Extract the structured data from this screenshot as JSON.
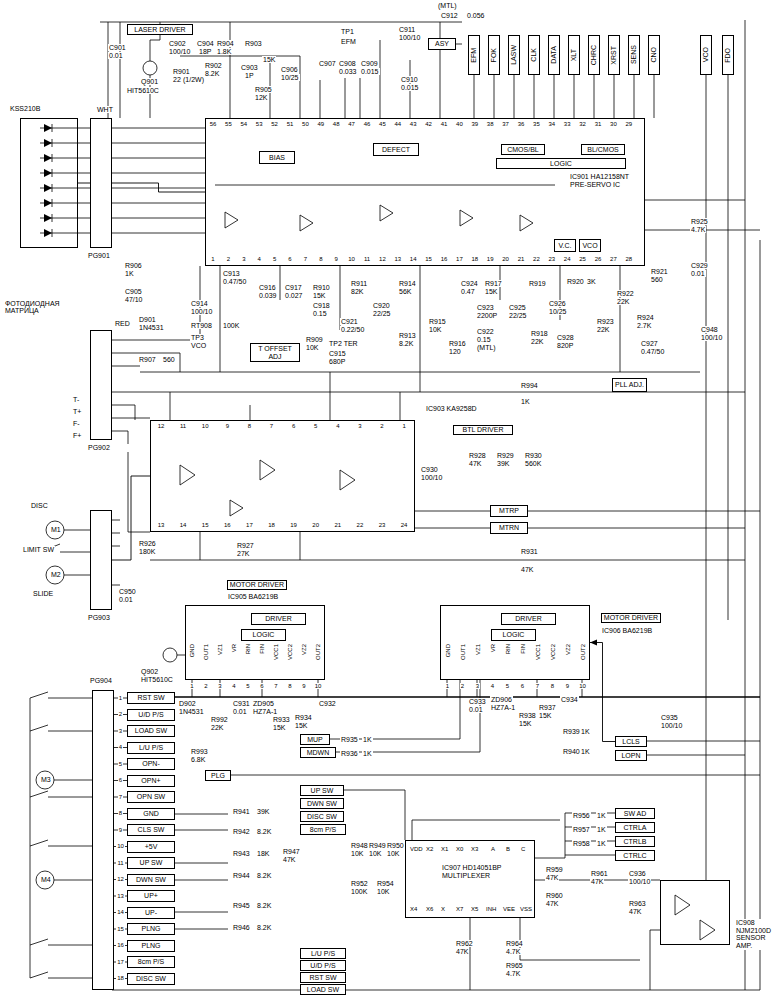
{
  "diagram": {
    "nodes": [
      {
        "text": [
          "LASER DRIVER"
        ]
      },
      {
        "text": [
          "IC901 HA12158NT PRE-SERVO IC"
        ]
      },
      {
        "text": [
          "BIAS"
        ],
        "in": 1
      },
      {
        "text": [
          "DEFECT"
        ],
        "in": 1
      },
      {
        "text": [
          "CMOS/BL"
        ],
        "in": 1
      },
      {
        "text": [
          "BL/CMOS"
        ],
        "in": 1
      },
      {
        "text": [
          "LOGIC"
        ],
        "in": 1
      },
      {
        "text": [
          "V.C."
        ],
        "in": 1
      },
      {
        "text": [
          "VCO"
        ],
        "in": 1
      },
      {
        "text": [
          "KSS210B"
        ]
      },
      {
        "text": [
          "PG901"
        ]
      },
      {
        "text": [
          "PG902"
        ]
      },
      {
        "text": [
          "PG903"
        ]
      },
      {
        "text": [
          "PG904"
        ]
      },
      {
        "text": [
          "IC903 KA9258D",
          "BTL DRIVER"
        ]
      },
      {
        "text": [
          "MOTOR DRIVER",
          "IC905 BA6219B"
        ]
      },
      {
        "text": [
          "DRIVER"
        ],
        "in": 15
      },
      {
        "text": [
          "LOGIC"
        ],
        "in": 15
      },
      {
        "text": [
          "MOTOR DRIVER",
          "IC906 BA6219B"
        ]
      },
      {
        "text": [
          "DRIVER"
        ],
        "in": 18
      },
      {
        "text": [
          "LOGIC"
        ],
        "in": 18
      },
      {
        "text": [
          "IC907 HD14051BP MULTIPLEXER"
        ]
      },
      {
        "text": [
          "IC908 NJM2100D SENSOR AMP."
        ]
      },
      {
        "text": [
          "T OFFSET ADJ"
        ]
      },
      {
        "text": [
          "PLL ADJ."
        ]
      },
      {
        "text": [
          "ASY"
        ]
      },
      {
        "text": [
          "EFM"
        ]
      },
      {
        "text": [
          "FOK"
        ]
      },
      {
        "text": [
          "LASW"
        ]
      },
      {
        "text": [
          "CLK"
        ]
      },
      {
        "text": [
          "DATA"
        ]
      },
      {
        "text": [
          "XLT"
        ]
      },
      {
        "text": [
          "CHRC"
        ]
      },
      {
        "text": [
          "XRST"
        ]
      },
      {
        "text": [
          "SENS"
        ]
      },
      {
        "text": [
          "CNO"
        ]
      },
      {
        "text": [
          "VCO"
        ]
      },
      {
        "text": [
          "FDO"
        ]
      },
      {
        "text": [
          "MTRP"
        ]
      },
      {
        "text": [
          "MTRN"
        ]
      },
      {
        "text": [
          "MUP"
        ]
      },
      {
        "text": [
          "MDWN"
        ]
      },
      {
        "text": [
          "PLG"
        ]
      },
      {
        "text": [
          "LCLS"
        ]
      },
      {
        "text": [
          "LOPN"
        ]
      },
      {
        "text": [
          "UP SW"
        ]
      },
      {
        "text": [
          "DWN SW"
        ]
      },
      {
        "text": [
          "DISC SW"
        ]
      },
      {
        "text": [
          "8cm P/S"
        ]
      },
      {
        "text": [
          "SW AD"
        ]
      },
      {
        "text": [
          "CTRLA"
        ]
      },
      {
        "text": [
          "CTRLB"
        ]
      },
      {
        "text": [
          "CTRLC"
        ]
      },
      {
        "text": [
          "L/U P/S"
        ]
      },
      {
        "text": [
          "U/D P/S"
        ]
      },
      {
        "text": [
          "RST SW"
        ]
      },
      {
        "text": [
          "LOAD SW"
        ]
      },
      {
        "text": [
          "RST SW"
        ]
      },
      {
        "text": [
          "U/D P/S"
        ]
      },
      {
        "text": [
          "LOAD SW"
        ]
      },
      {
        "text": [
          "L/U P/S"
        ]
      },
      {
        "text": [
          "OPN-"
        ]
      },
      {
        "text": [
          "OPN+"
        ]
      },
      {
        "text": [
          "OPN SW"
        ]
      },
      {
        "text": [
          "GND"
        ]
      },
      {
        "text": [
          "CLS SW"
        ]
      },
      {
        "text": [
          "+5V"
        ]
      },
      {
        "text": [
          "UP SW"
        ]
      },
      {
        "text": [
          "DWN SW"
        ]
      },
      {
        "text": [
          "UP+"
        ]
      },
      {
        "text": [
          "UP-"
        ]
      },
      {
        "text": [
          "PLNG"
        ]
      },
      {
        "text": [
          "PLNG"
        ]
      },
      {
        "text": [
          "8cm P/S"
        ]
      },
      {
        "text": [
          "DISC SW"
        ]
      }
    ],
    "edges": [
      {
        "from": 9,
        "to": 10,
        "arrow": "none"
      },
      {
        "from": 10,
        "to": 1,
        "arrow": "none"
      },
      {
        "from": 12,
        "to": 14,
        "arrow": "none"
      },
      {
        "from": 43,
        "to": 18,
        "arrow": "to"
      }
    ],
    "labels": [
      "C901",
      "0.01",
      "C902",
      "100/10",
      "C904",
      "18P",
      "R904",
      "1.8K",
      "R903",
      "15K",
      "R901",
      "22",
      "(1/2W)",
      "R902",
      "8.2K",
      "C903",
      "1P",
      "Q901",
      "HIT5610C",
      "R905",
      "12K",
      "C906",
      "10/25",
      "C907",
      "C908",
      "0.033",
      "C909",
      "0.015",
      "TP1",
      "EFM",
      "(MTL)",
      "C912",
      "0.056",
      "C911",
      "100/10",
      "C910",
      "0.015",
      "WHT",
      "R906",
      "1K",
      "C905",
      "47/10",
      "ФОТОДИОДНАЯ МАТРИЦА",
      "RED",
      "D901",
      "1N4531",
      "C913",
      "0.47/50",
      "C914",
      "100/10",
      "RT908",
      "100K",
      "TP3",
      "VCO",
      "R909",
      "10K",
      "TP2 TER",
      "C915",
      "680P",
      "C916",
      "0.039",
      "C917",
      "0.027",
      "R910",
      "15K",
      "C918",
      "0.15",
      "R911",
      "82K",
      "C921",
      "0.22/50",
      "C920",
      "22/25",
      "R914",
      "56K",
      "R913",
      "8.2K",
      "R915",
      "10K",
      "R916",
      "120",
      "C924",
      "0.47",
      "R917",
      "15K",
      "C923",
      "2200P",
      "C922",
      "0.15",
      "(MTL)",
      "C925",
      "22/25",
      "R918",
      "22K",
      "C926",
      "10/25",
      "C928",
      "820P",
      "R919",
      "R920",
      "3K",
      "R922",
      "22K",
      "R923",
      "22K",
      "R924",
      "2.7K",
      "C927",
      "0.47/50",
      "C948",
      "100/10",
      "R921",
      "560",
      "C929",
      "0.01",
      "R925",
      "4.7K",
      "R907",
      "560",
      "T-",
      "T+",
      "F-",
      "F+",
      "R994",
      "1K",
      "R928",
      "47K",
      "R929",
      "39K",
      "R930",
      "560K",
      "C930",
      "100/10",
      "R926",
      "180K",
      "R927",
      "27K",
      "R931",
      "47K",
      "DISC",
      "M1",
      "LIMIT SW",
      "M2",
      "SLIDE",
      "C950",
      "0.01",
      "Q902",
      "HIT5610C",
      "D902",
      "1N4531",
      "R992",
      "22K",
      "C931",
      "0.01",
      "ZD905",
      "HZ7A-1",
      "R933",
      "15K",
      "R934",
      "15K",
      "C932",
      "R993",
      "6.8K",
      "R935",
      "1K",
      "R936",
      "1K",
      "C933",
      "0.01",
      "ZD906",
      "HZ7A-1",
      "R938",
      "15K",
      "R937",
      "15K",
      "C934",
      "C935",
      "100/10",
      "R939",
      "1K",
      "R940",
      "1K",
      "M3",
      "M4",
      "R941",
      "39K",
      "R942",
      "8.2K",
      "R943",
      "18K",
      "R944",
      "8.2K",
      "R945",
      "8.2K",
      "R946",
      "8.2K",
      "R947",
      "47K",
      "R948",
      "10K",
      "R949",
      "10K",
      "R950",
      "10K",
      "R952",
      "100K",
      "R954",
      "10K",
      "R956",
      "1K",
      "R957",
      "1K",
      "R958",
      "1K",
      "R959",
      "47K",
      "R960",
      "47K",
      "R961",
      "47K",
      "C936",
      "100/10",
      "R963",
      "47K",
      "R962",
      "47K",
      "R964",
      "4.7K",
      "R965",
      "4.7K",
      "VDD",
      "X2",
      "X1",
      "X0",
      "X3",
      "A",
      "B",
      "C",
      "X4",
      "X6",
      "X",
      "X7",
      "X5",
      "INH",
      "VEE",
      "VSS",
      "56",
      "55",
      "54",
      "53",
      "52",
      "51",
      "50",
      "49",
      "48",
      "47",
      "46",
      "45",
      "44",
      "43",
      "42",
      "41",
      "40",
      "39",
      "38",
      "37",
      "36",
      "35",
      "34",
      "33",
      "32",
      "31",
      "30",
      "29",
      "1",
      "2",
      "3",
      "4",
      "5",
      "6",
      "7",
      "8",
      "9",
      "10",
      "11",
      "12",
      "13",
      "14",
      "15",
      "16",
      "17",
      "18",
      "19",
      "20",
      "21",
      "22",
      "23",
      "24",
      "25",
      "26",
      "27",
      "28",
      "12",
      "11",
      "10",
      "9",
      "8",
      "7",
      "6",
      "5",
      "4",
      "3",
      "2",
      "1",
      "13",
      "14",
      "15",
      "16",
      "17",
      "18",
      "19",
      "20",
      "21",
      "22",
      "23",
      "24",
      "GND",
      "OUT1",
      "VZ1",
      "VR",
      "RIN",
      "FIN",
      "VCC1",
      "VCC2",
      "VZ2",
      "OUT2",
      "1",
      "2",
      "3",
      "4",
      "5",
      "6",
      "7",
      "8",
      "9",
      "10",
      "GND",
      "OUT1",
      "VZ1",
      "VR",
      "RIN",
      "FIN",
      "VCC1",
      "VCC2",
      "VZ2",
      "OUT2",
      "1",
      "2",
      "3",
      "4",
      "5",
      "6",
      "7",
      "8",
      "9",
      "10",
      "1",
      "2",
      "3",
      "4",
      "5",
      "6",
      "7",
      "8",
      "9",
      "10",
      "11",
      "12",
      "13",
      "14",
      "15",
      "16",
      "17",
      "18"
    ]
  }
}
